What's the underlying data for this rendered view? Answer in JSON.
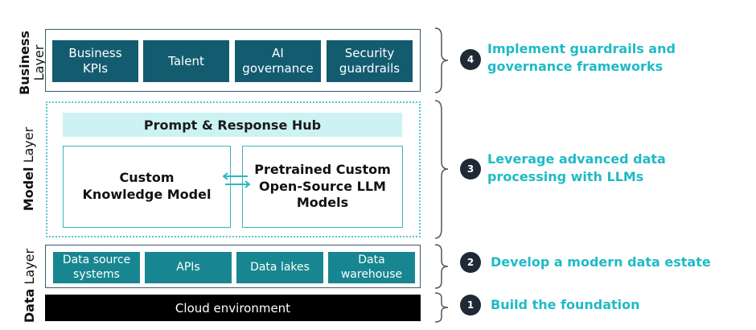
{
  "layers": {
    "business": {
      "bold": "Business",
      "normal": "Layer"
    },
    "model": {
      "bold": "Model",
      "normal": "Layer"
    },
    "data": {
      "bold": "Data",
      "normal": "Layer"
    }
  },
  "business_tiles": [
    "Business KPIs",
    "Talent",
    "AI governance",
    "Security guardrails"
  ],
  "model": {
    "hub": "Prompt & Response Hub",
    "left_box": "Custom Knowledge Model",
    "right_box": "Pretrained Custom Open-Source LLM Models"
  },
  "data_tiles": [
    "Data source systems",
    "APIs",
    "Data lakes",
    "Data warehouse"
  ],
  "cloud": "Cloud environment",
  "steps": [
    {
      "num": "4",
      "text": "Implement guardrails and governance frameworks"
    },
    {
      "num": "3",
      "text": "Leverage advanced data processing with LLMs"
    },
    {
      "num": "2",
      "text": "Develop a modern data estate"
    },
    {
      "num": "1",
      "text": "Build the foundation"
    }
  ],
  "colors": {
    "business_tile": "#135c70",
    "data_tile": "#178690",
    "hub_bg": "#ccf2f3",
    "accent_teal": "#1fbac6",
    "badge_bg": "#1e2a35",
    "cloud_bg": "#000000"
  }
}
